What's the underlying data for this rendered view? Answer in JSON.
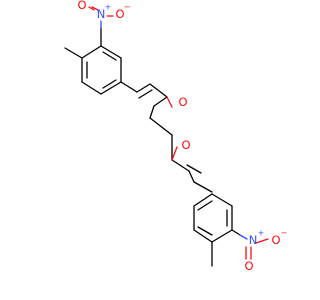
{
  "molecule": {
    "colors": {
      "carbon": "#000000",
      "oxygen": "#ff0d0d",
      "nitrogen": "#3050f8",
      "background": "#ffffff"
    },
    "labels": {
      "nitro_top_n": "N",
      "nitro_top_n_charge": "+",
      "nitro_top_o_minus": "O",
      "nitro_top_o_minus_charge": "−",
      "nitro_top_o": "O",
      "ketone_left_o": "O",
      "ketone_right_o": "O",
      "nitro_bottom_n": "N",
      "nitro_bottom_n_charge": "+",
      "nitro_bottom_o_minus": "O",
      "nitro_bottom_o_minus_charge": "−",
      "nitro_bottom_o": "O"
    }
  }
}
